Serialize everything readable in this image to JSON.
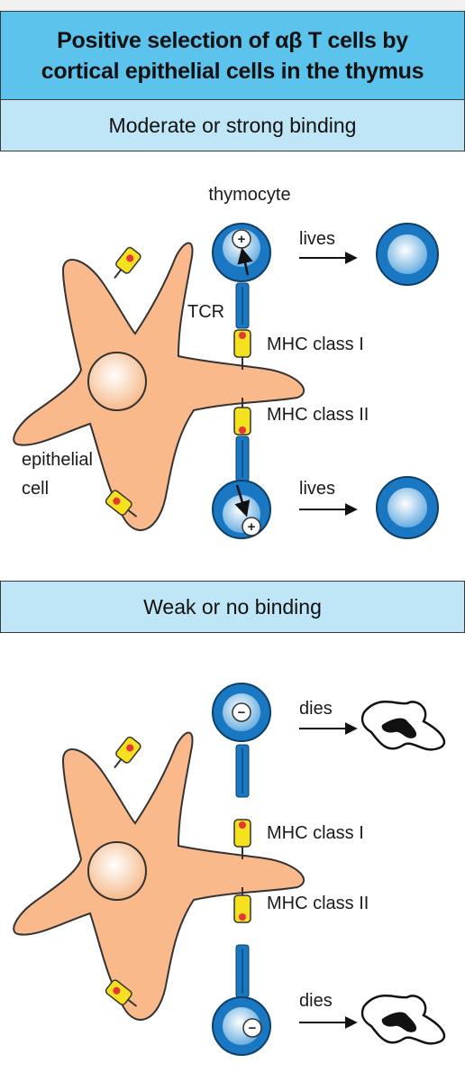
{
  "title": {
    "line1": "Positive selection of αβ T cells by",
    "line2": "cortical epithelial cells in the thymus"
  },
  "panel_top": {
    "heading": "Moderate or strong binding",
    "thymocyte_label": "thymocyte",
    "tcr_label": "TCR",
    "mhc1_label": "MHC class I",
    "mhc2_label": "MHC class II",
    "epithelial_label_line1": "epithelial",
    "epithelial_label_line2": "cell",
    "outcome_upper": "lives",
    "outcome_lower": "lives",
    "signal_sign": "+"
  },
  "panel_bottom": {
    "heading": "Weak or no binding",
    "mhc1_label": "MHC class I",
    "mhc2_label": "MHC class II",
    "outcome_upper": "dies",
    "outcome_lower": "dies",
    "signal_sign": "−"
  },
  "colors": {
    "title_bg": "#5cc4ec",
    "band_bg": "#bfe6f7",
    "epithelial_cell": "#f9b98a",
    "thymocyte_ring": "#1a78c2",
    "mhc": "#f5e11e",
    "peptide": "#e8343a"
  }
}
